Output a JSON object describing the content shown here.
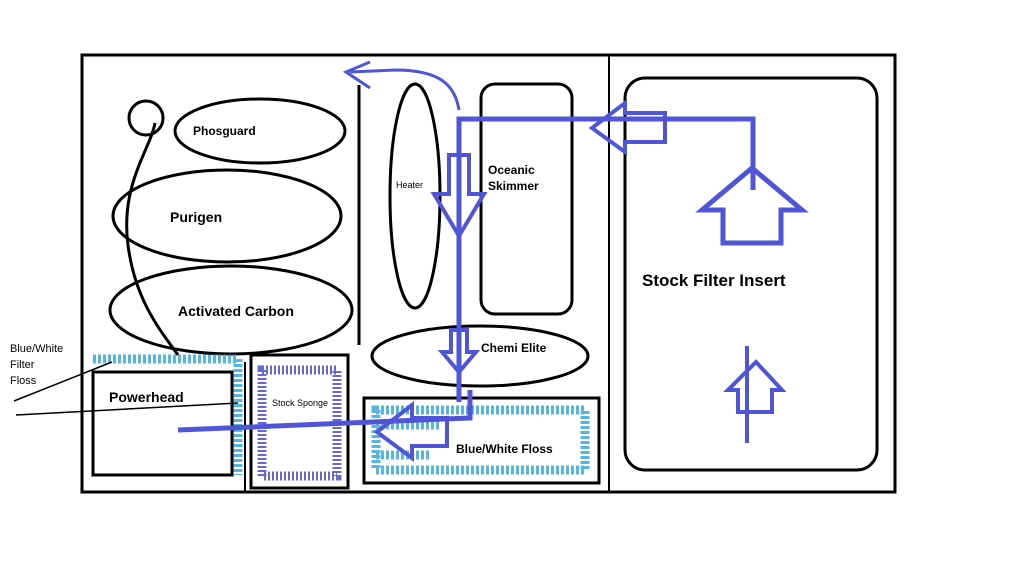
{
  "labels": {
    "phosguard": "Phosguard",
    "purigen": "Purigen",
    "activated_carbon": "Activated Carbon",
    "heater": "Heater",
    "skimmer_line1": "Oceanic",
    "skimmer_line2": "Skimmer",
    "stock_filter_insert": "Stock Filter Insert",
    "chemi_elite": "Chemi Elite",
    "powerhead": "Powerhead",
    "stock_sponge": "Stock Sponge",
    "blue_white_floss": "Blue/White Floss",
    "side_note_line1": "Blue/White",
    "side_note_line2": "Filter",
    "side_note_line3": "Floss"
  },
  "colors": {
    "outline": "#000000",
    "flow_arrow": "#4f55d6",
    "floss": "#3aa9da",
    "sponge": "#4a4fc8"
  }
}
